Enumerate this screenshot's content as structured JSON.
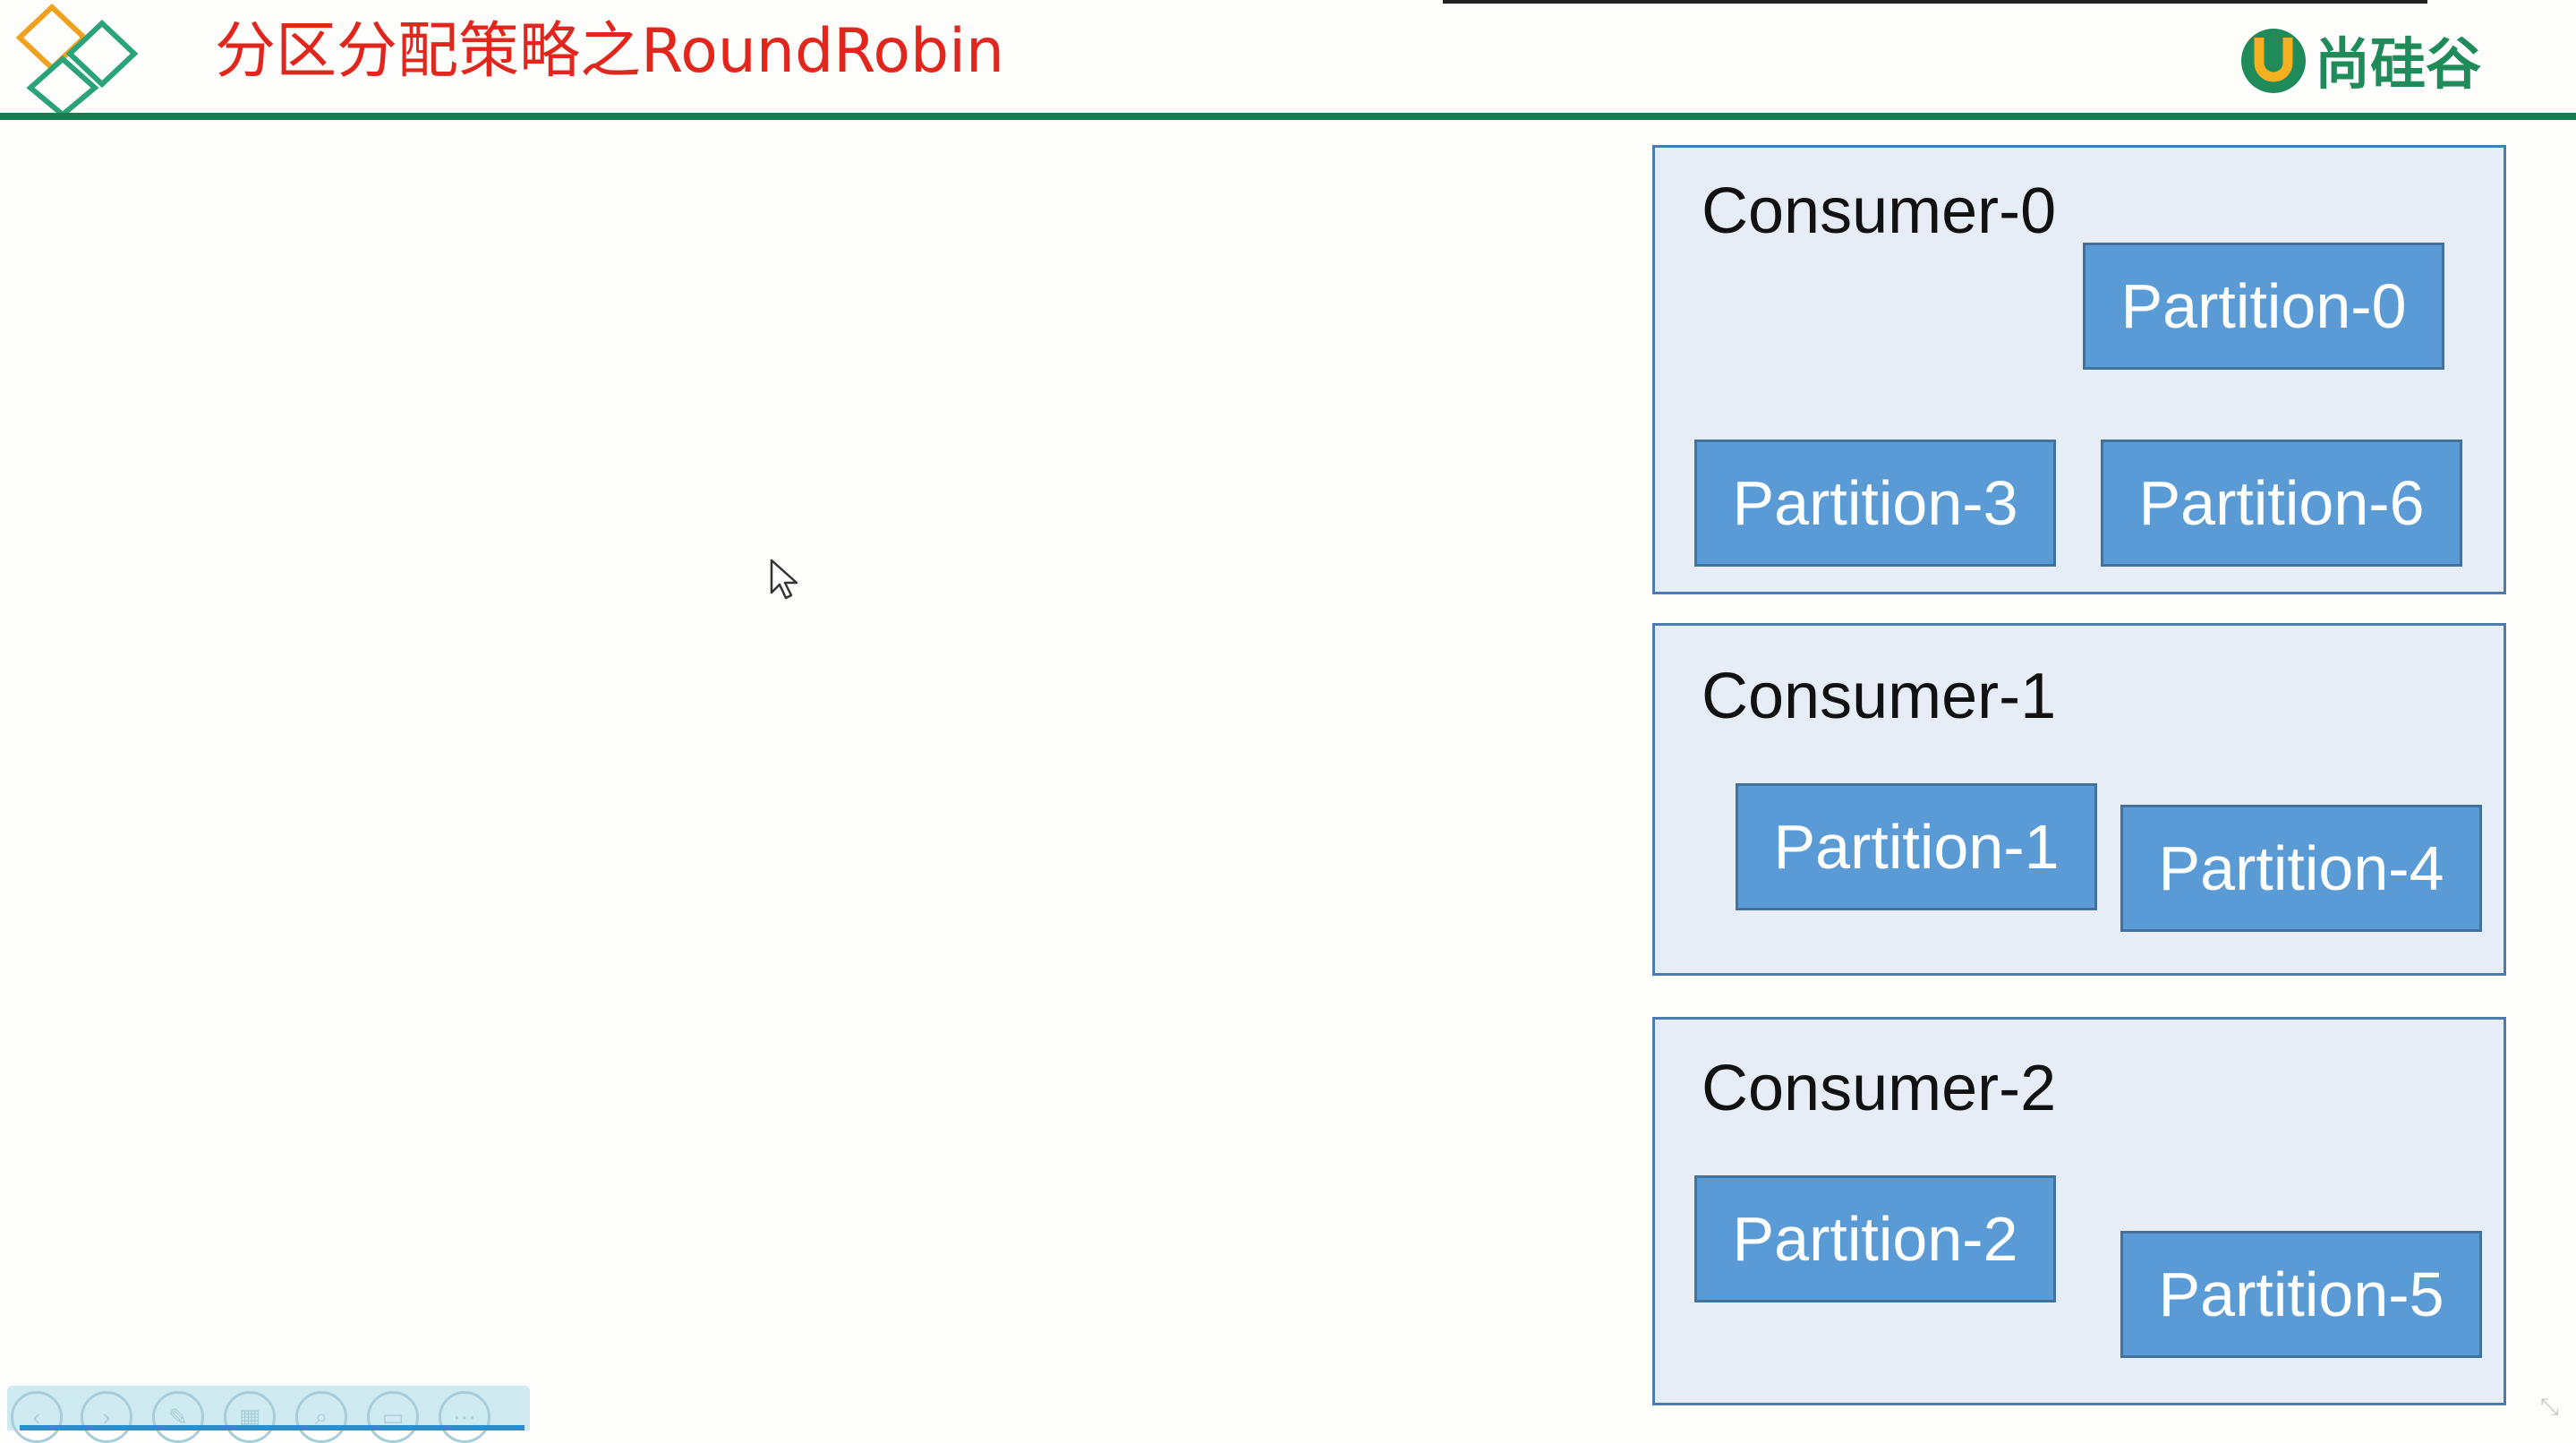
{
  "slide": {
    "title": "分区分配策略之RoundRobin",
    "brand": "尚硅谷",
    "colors": {
      "title": "#e0261d",
      "header_rule": "#1e7a4f",
      "consumer_fill": "#e7edf7",
      "consumer_border": "#4c7bb2",
      "partition_fill": "#5b9bd5",
      "partition_border": "#41719c"
    },
    "consumers": [
      {
        "label": "Consumer-0",
        "partitions": [
          "Partition-0",
          "Partition-3",
          "Partition-6"
        ]
      },
      {
        "label": "Consumer-1",
        "partitions": [
          "Partition-1",
          "Partition-4"
        ]
      },
      {
        "label": "Consumer-2",
        "partitions": [
          "Partition-2",
          "Partition-5"
        ]
      }
    ]
  },
  "toolbar": {
    "icons": [
      "previous-icon",
      "next-icon",
      "pen-icon",
      "slides-icon",
      "zoom-icon",
      "subtitle-icon",
      "more-icon"
    ]
  },
  "cursor": {
    "icon": "mouse-pointer-icon"
  }
}
